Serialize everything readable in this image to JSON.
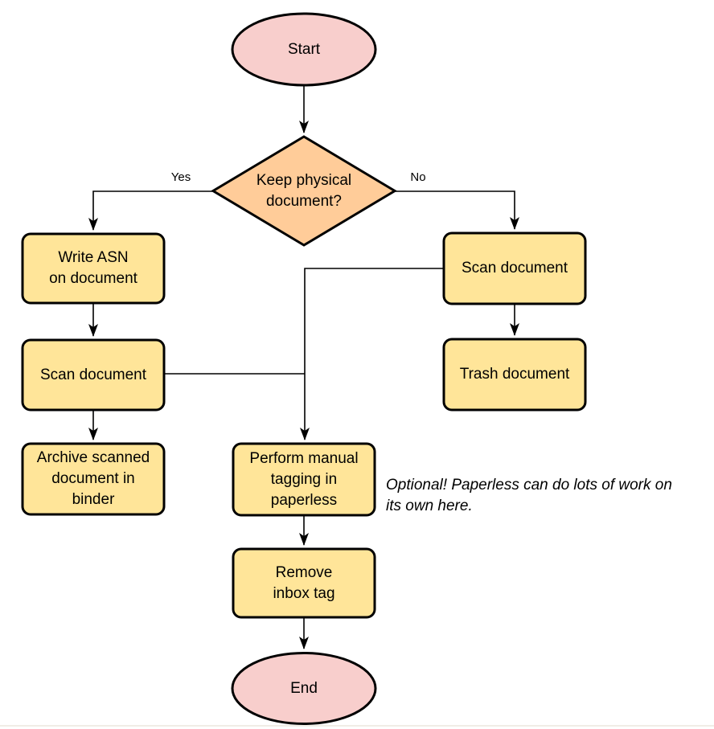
{
  "diagram": {
    "colors": {
      "terminator_fill": "#f8cecc",
      "decision_fill": "#ffcc99",
      "process_fill": "#ffe599",
      "stroke": "#000000"
    },
    "nodes": {
      "start": {
        "type": "terminator",
        "label": "Start"
      },
      "decision": {
        "type": "decision",
        "label": "Keep physical\ndocument?"
      },
      "write_asn": {
        "type": "process",
        "label": "Write ASN\non document"
      },
      "scan_left": {
        "type": "process",
        "label": "Scan document"
      },
      "archive": {
        "type": "process",
        "label": "Archive scanned\ndocument in\nbinder"
      },
      "scan_right": {
        "type": "process",
        "label": "Scan document"
      },
      "trash": {
        "type": "process",
        "label": "Trash document"
      },
      "perform_tagging": {
        "type": "process",
        "label": "Perform manual\ntagging in\npaperless"
      },
      "remove_inbox": {
        "type": "process",
        "label": "Remove\ninbox tag"
      },
      "end": {
        "type": "terminator",
        "label": "End"
      }
    },
    "edge_labels": {
      "yes": "Yes",
      "no": "No"
    },
    "annotation": "Optional! Paperless can do lots of work on\nits own here."
  }
}
